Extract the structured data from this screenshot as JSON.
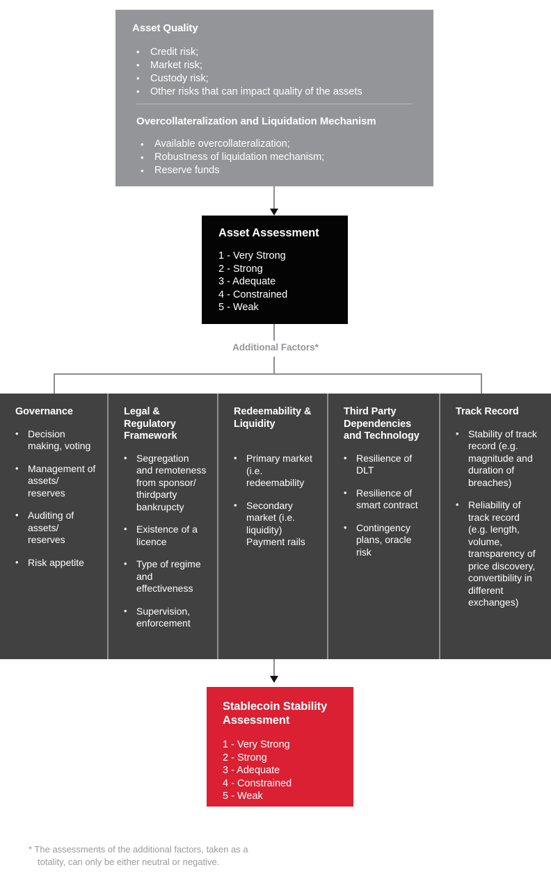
{
  "diagram": {
    "asset_quality": {
      "header": "Asset Quality",
      "bullets": [
        "Credit risk;",
        "Market risk;",
        "Custody risk;",
        "Other risks that can impact quality of the assets"
      ],
      "subheader": "Overcollateralization and Liquidation Mechanism",
      "sub_bullets": [
        "Available overcollateralization;",
        "Robustness of liquidation mechanism;",
        "Reserve funds"
      ],
      "bg_color": "#939598"
    },
    "asset_assessment": {
      "header": "Asset Assessment",
      "scale": [
        "1 - Very Strong",
        "2 - Strong",
        "3 - Adequate",
        "4 - Constrained",
        "5 - Weak"
      ],
      "bg_color": "#040404"
    },
    "additional_factors_label": "Additional Factors*",
    "factors": [
      {
        "id": "governance",
        "header": "Governance",
        "bullets": [
          "Decision making, voting",
          "Management of assets/ reserves",
          "Auditing of assets/ reserves",
          "Risk appetite"
        ]
      },
      {
        "id": "legal",
        "header": "Legal & Regulatory Framework",
        "bullets": [
          "Segregation and remoteness from sponsor/ thirdparty bankrupcty",
          "Existence of a licence",
          "Type of regime and effectiveness",
          "Supervision, enforcement"
        ]
      },
      {
        "id": "redeemability",
        "header": "Redeemability & Liquidity",
        "bullets": [
          "Primary market (i.e. redeemability",
          "Secondary market (i.e. liquidity) Payment rails"
        ]
      },
      {
        "id": "thirdparty",
        "header": "Third Party Dependencies and Technology",
        "bullets": [
          "Resilience of DLT",
          "Resilience of smart contract",
          "Contingency plans, oracle risk"
        ]
      },
      {
        "id": "trackrecord",
        "header": "Track Record",
        "bullets": [
          "Stability of track record (e.g. magnitude and duration of breaches)",
          "Reliability of track record (e.g. length, volume, transparency of price discovery, convertibility in different exchanges)"
        ]
      }
    ],
    "factors_bg_color": "#414141",
    "stablecoin_assessment": {
      "header": "Stablecoin Stability Assessment",
      "scale": [
        "1 - Very Strong",
        "2 - Strong",
        "3 - Adequate",
        "4 - Constrained",
        "5 - Weak"
      ],
      "bg_color": "#da2032"
    },
    "footnote": {
      "line1": "* The assessments of the additional factors, taken as a",
      "line2": "totality, can only be either neutral or negative."
    }
  }
}
